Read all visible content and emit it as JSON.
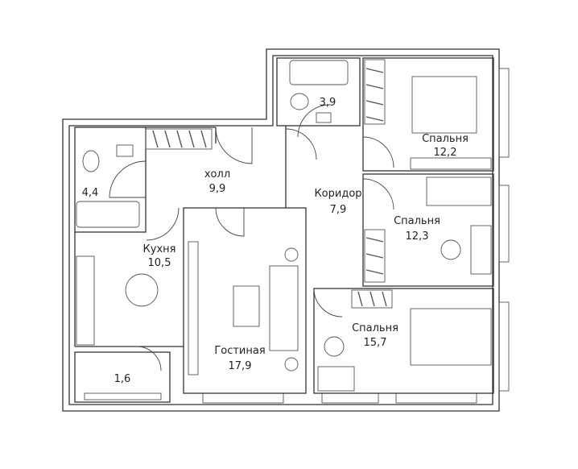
{
  "rooms": [
    {
      "id": "bathroom",
      "name": "",
      "area": "4,4"
    },
    {
      "id": "hall",
      "name": "холл",
      "area": "9,9"
    },
    {
      "id": "wc",
      "name": "",
      "area": "3,9"
    },
    {
      "id": "bedroom1",
      "name": "Спальня",
      "area": "12,2"
    },
    {
      "id": "corridor",
      "name": "Коридор",
      "area": "7,9"
    },
    {
      "id": "bedroom2",
      "name": "Спальня",
      "area": "12,3"
    },
    {
      "id": "kitchen",
      "name": "Кухня",
      "area": "10,5"
    },
    {
      "id": "living",
      "name": "Гостиная",
      "area": "17,9"
    },
    {
      "id": "bedroom3",
      "name": "Спальня",
      "area": "15,7"
    },
    {
      "id": "balcony",
      "name": "",
      "area": "1,6"
    }
  ]
}
